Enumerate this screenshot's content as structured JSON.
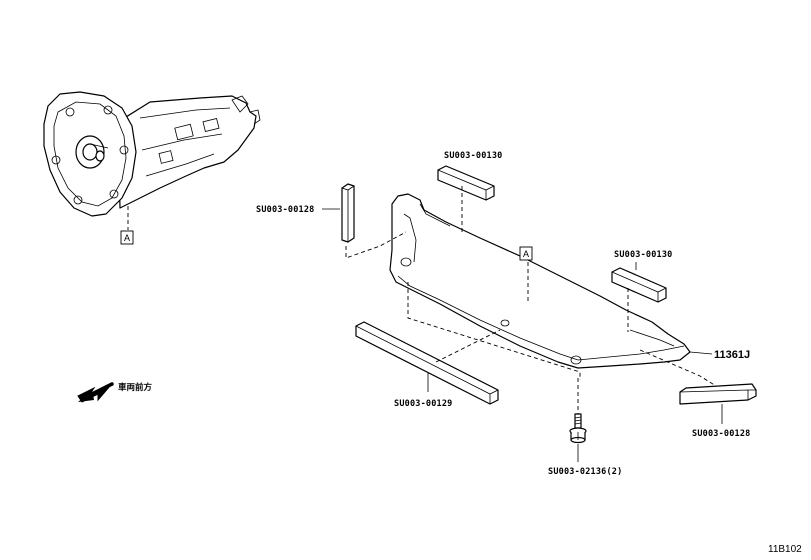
{
  "labels": {
    "seal_top": "SU003-00130",
    "seal_left": "SU003-00128",
    "seal_right_upper": "SU003-00130",
    "cover": "11361J",
    "seal_bottom_left": "SU003-00129",
    "seal_bottom_right": "SU003-00128",
    "bolt": "SU003-02136(2)",
    "front_direction": "車両前方",
    "sheet_id": "11B102"
  },
  "reference_markers": {
    "transmission_ref": "A",
    "cover_ref": "A"
  },
  "icons": [
    "transmission-drawing",
    "cover-plate-drawing",
    "seal-strip-drawing",
    "bolt-drawing",
    "front-arrow-icon"
  ]
}
